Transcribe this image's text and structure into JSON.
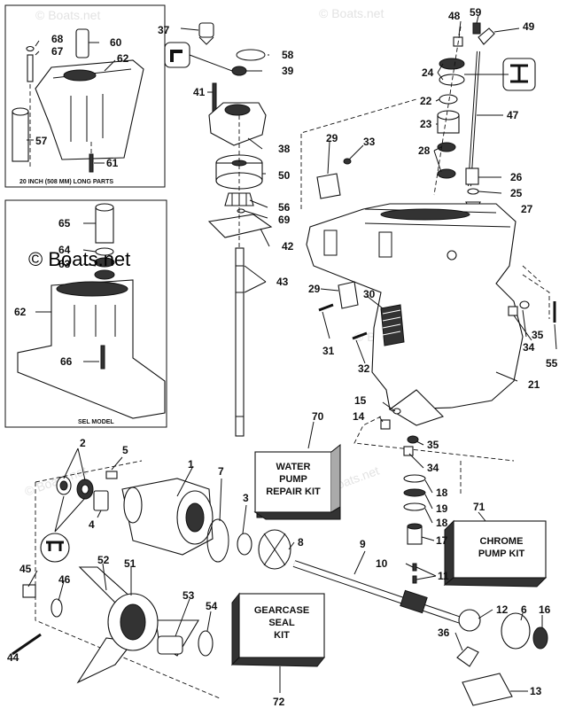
{
  "watermark": {
    "text": "© Boats.net"
  },
  "inset_top": {
    "caption": "20 INCH (508 MM) LONG PARTS",
    "callouts": [
      "68",
      "67",
      "60",
      "62",
      "57",
      "61"
    ]
  },
  "inset_sel": {
    "caption": "SEL MODEL",
    "callouts": [
      "65",
      "64",
      "63",
      "62",
      "66"
    ]
  },
  "kits": {
    "water_pump": {
      "number": "70",
      "line1": "WATER",
      "line2": "PUMP",
      "line3": "REPAIR KIT"
    },
    "chrome_pump": {
      "number": "71",
      "line1": "CHROME",
      "line2": "PUMP KIT"
    },
    "gearcase_seal": {
      "number": "72",
      "line1": "GEARCASE",
      "line2": "SEAL",
      "line3": "KIT"
    }
  },
  "callouts": {
    "c37": "37",
    "c58": "58",
    "c39": "39",
    "c41": "41",
    "c38": "38",
    "c50": "50",
    "c56": "56",
    "c69": "69",
    "c42": "42",
    "c43": "43",
    "c48": "48",
    "c59": "59",
    "c49": "49",
    "c24": "24",
    "c22": "22",
    "c23": "23",
    "c47": "47",
    "c28": "28",
    "c26": "26",
    "c25": "25",
    "c27": "27",
    "c29a": "29",
    "c33": "33",
    "c29b": "29",
    "c30": "30",
    "c31": "31",
    "c32": "32",
    "c35a": "35",
    "c34a": "34",
    "c55": "55",
    "c21": "21",
    "c15": "15",
    "c14": "14",
    "c35b": "35",
    "c34b": "34",
    "c2": "2",
    "c5": "5",
    "c4": "4",
    "c1": "1",
    "c7": "7",
    "c3": "3",
    "c8": "8",
    "c9": "9",
    "c18a": "18",
    "c19": "19",
    "c18b": "18",
    "c17": "17",
    "c10": "10",
    "c11": "11",
    "c12": "12",
    "c6": "6",
    "c16": "16",
    "c36": "36",
    "c13": "13",
    "c45": "45",
    "c46": "46",
    "c44": "44",
    "c52": "52",
    "c51": "51",
    "c53": "53",
    "c54": "54"
  }
}
